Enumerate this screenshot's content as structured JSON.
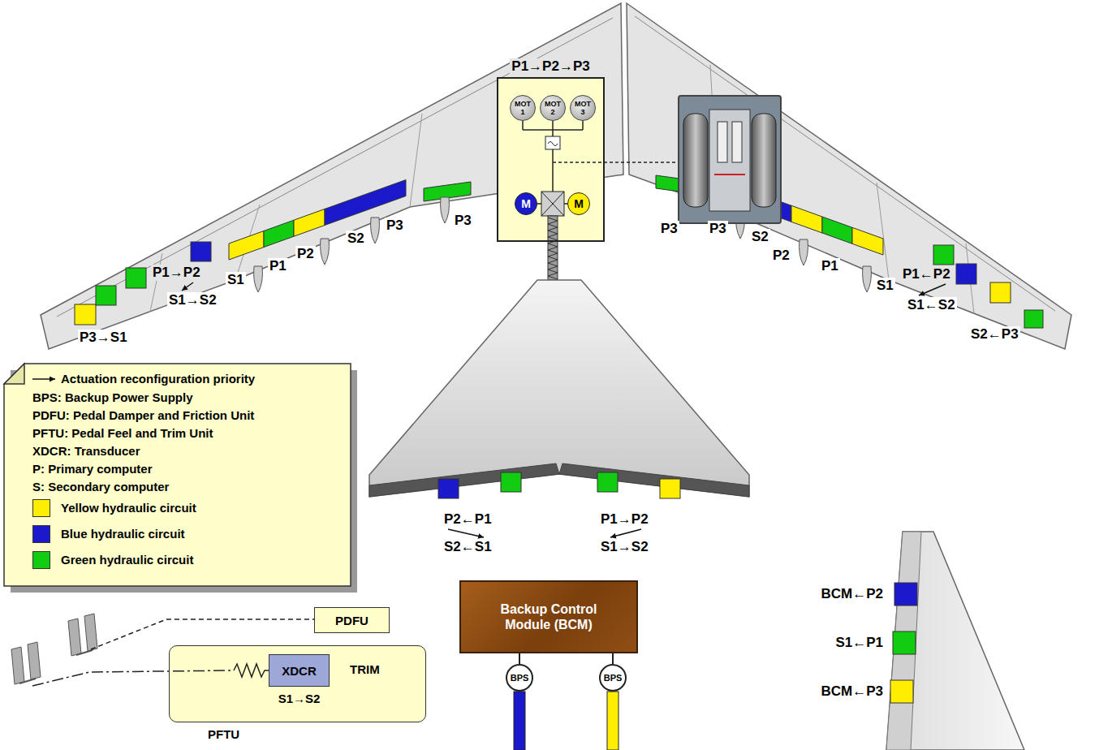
{
  "diagram": {
    "nodes": [
      {
        "text": [
          "P1→P2→P3"
        ]
      },
      {
        "text": [
          "MOT 1"
        ],
        "in": 0
      },
      {
        "text": [
          "MOT 2"
        ],
        "in": 0
      },
      {
        "text": [
          "MOT 3"
        ],
        "in": 0
      },
      {
        "text": [
          "M"
        ],
        "in": 0
      },
      {
        "text": [
          "M"
        ],
        "in": 0
      },
      {
        "text": [
          "Backup Control Module (BCM)"
        ]
      },
      {
        "text": [
          "BPS"
        ]
      },
      {
        "text": [
          "BPS"
        ]
      },
      {
        "text": [
          "PDFU"
        ]
      },
      {
        "text": [
          "TRIM",
          "S1→S2",
          "PFTU"
        ]
      },
      {
        "text": [
          "XDCR"
        ],
        "in": 10
      }
    ],
    "edges": [
      {
        "from": 6,
        "to": 7,
        "arrow": "none"
      },
      {
        "from": 6,
        "to": 8,
        "arrow": "none"
      }
    ],
    "labels": [
      "P1→P2",
      "S1",
      "P1",
      "P2",
      "S2",
      "P3",
      "P3",
      "P3→S1",
      "S1→S2",
      "P3",
      "P3",
      "S2",
      "P2",
      "P1",
      "S1",
      "P1←P2",
      "S1←S2",
      "S2←P3",
      "P2←P1",
      "S2←S1",
      "P1→P2",
      "S1→S2",
      "BCM←P2",
      "S1←P1",
      "BCM←P3"
    ],
    "legend": [
      {
        "text": "Actuation reconfiguration priority"
      },
      {
        "text": "BPS: Backup Power Supply"
      },
      {
        "text": "PDFU: Pedal Damper and Friction Unit"
      },
      {
        "text": "PFTU: Pedal Feel and Trim Unit"
      },
      {
        "text": "XDCR: Transducer"
      },
      {
        "text": "P: Primary computer"
      },
      {
        "text": "S: Secondary computer"
      },
      {
        "text": "Yellow hydraulic circuit",
        "color": "#ffee00"
      },
      {
        "text": "Blue hydraulic circuit",
        "color": "#1a1acc"
      },
      {
        "text": "Green hydraulic circuit",
        "color": "#11cc11"
      }
    ]
  }
}
